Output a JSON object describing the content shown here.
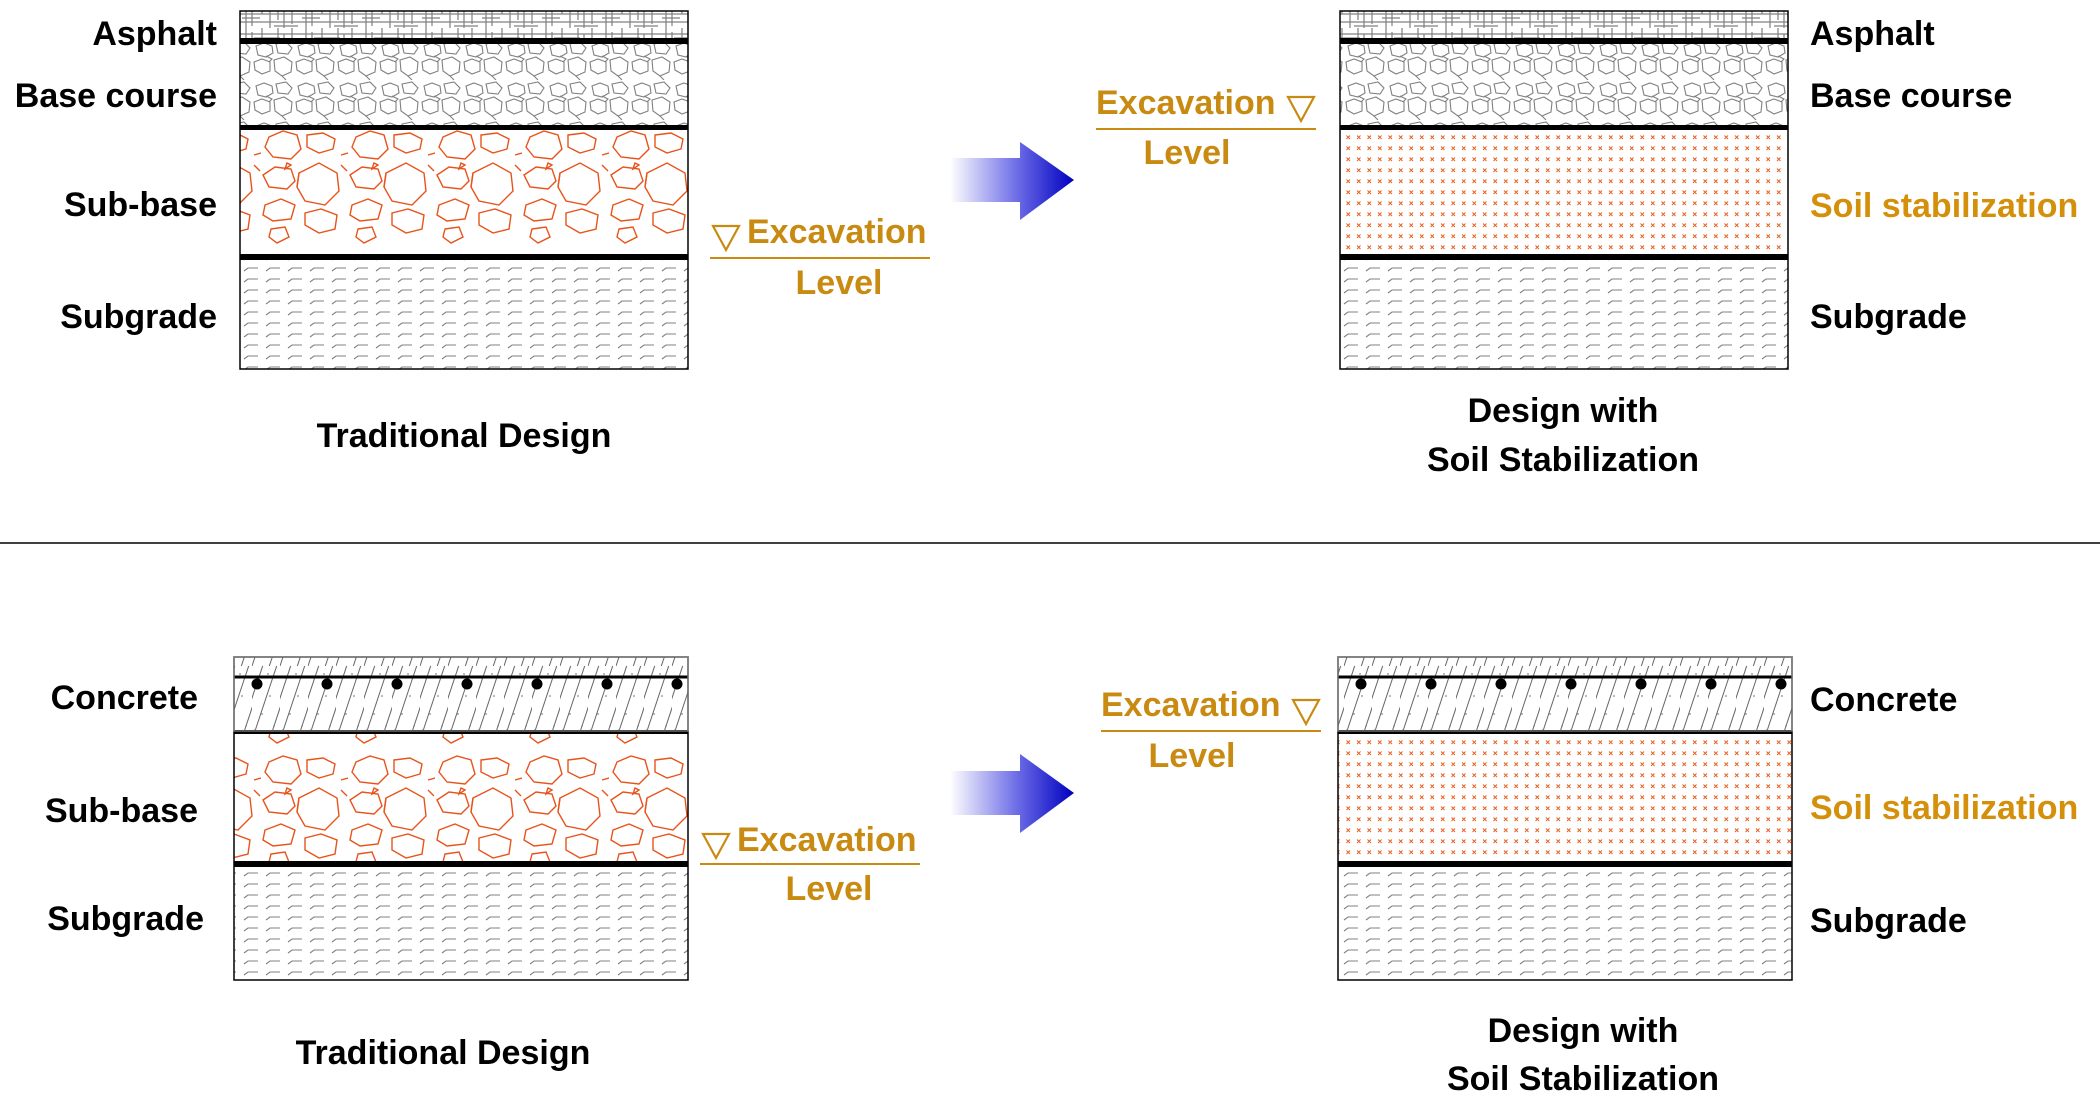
{
  "colors": {
    "accent_text": "#c98a12",
    "accent_label": "#d4900a",
    "subbase_rock": "#e8531a",
    "stabilization_mark": "#e8601e",
    "pattern_gray": "#808080",
    "band": "#000000",
    "arrow_dark": "#0000c8",
    "arrow_light": "#ffffff",
    "divider": "#000000"
  },
  "top": {
    "traditional": {
      "layers": [
        {
          "id": "asphalt",
          "label": "Asphalt",
          "pattern": "asphalt-grid"
        },
        {
          "id": "base",
          "label": "Base course",
          "pattern": "gray-gravel"
        },
        {
          "id": "subbase",
          "label": "Sub-base",
          "pattern": "orange-rock"
        },
        {
          "id": "subgrade",
          "label": "Subgrade",
          "pattern": "dashes"
        }
      ],
      "excavation": {
        "line1": "Excavation",
        "line2": "Level",
        "icon": "triangle-down-icon"
      },
      "caption": "Traditional Design"
    },
    "stabilized": {
      "layers": [
        {
          "id": "asphalt",
          "label": "Asphalt",
          "pattern": "asphalt-grid"
        },
        {
          "id": "base",
          "label": "Base course",
          "pattern": "gray-gravel"
        },
        {
          "id": "stabilization",
          "label": "Soil stabilization",
          "pattern": "orange-x"
        },
        {
          "id": "subgrade",
          "label": "Subgrade",
          "pattern": "dashes"
        }
      ],
      "excavation": {
        "line1": "Excavation",
        "line2": "Level",
        "icon": "triangle-down-icon"
      },
      "caption_line1": "Design with",
      "caption_line2": "Soil Stabilization"
    },
    "arrow_icon": "arrow-right-icon"
  },
  "bottom": {
    "traditional": {
      "layers": [
        {
          "id": "concrete",
          "label": "Concrete",
          "pattern": "concrete-rebar"
        },
        {
          "id": "subbase",
          "label": "Sub-base",
          "pattern": "orange-rock"
        },
        {
          "id": "subgrade",
          "label": "Subgrade",
          "pattern": "dashes"
        }
      ],
      "excavation": {
        "line1": "Excavation",
        "line2": "Level",
        "icon": "triangle-down-icon"
      },
      "caption": "Traditional Design"
    },
    "stabilized": {
      "layers": [
        {
          "id": "concrete",
          "label": "Concrete",
          "pattern": "concrete-rebar"
        },
        {
          "id": "stabilization",
          "label": "Soil stabilization",
          "pattern": "orange-x"
        },
        {
          "id": "subgrade",
          "label": "Subgrade",
          "pattern": "dashes"
        }
      ],
      "excavation": {
        "line1": "Excavation",
        "line2": "Level",
        "icon": "triangle-down-icon"
      },
      "caption_line1": "Design with",
      "caption_line2": "Soil Stabilization"
    },
    "arrow_icon": "arrow-right-icon"
  }
}
